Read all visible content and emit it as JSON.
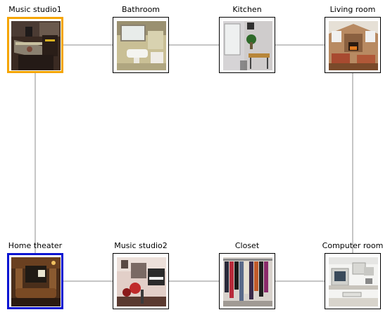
{
  "nodes": [
    {
      "id": "music_studio1",
      "label": "Music studio1",
      "highlight": "#f5a500",
      "icon": "music-studio-photo-icon"
    },
    {
      "id": "bathroom",
      "label": "Bathroom",
      "highlight": null,
      "icon": "bathroom-photo-icon"
    },
    {
      "id": "kitchen",
      "label": "Kitchen",
      "highlight": null,
      "icon": "kitchen-photo-icon"
    },
    {
      "id": "living_room",
      "label": "Living room",
      "highlight": null,
      "icon": "living-room-photo-icon"
    },
    {
      "id": "home_theater",
      "label": "Home theater",
      "highlight": "#0a14d2",
      "icon": "home-theater-photo-icon"
    },
    {
      "id": "music_studio2",
      "label": "Music studio2",
      "highlight": null,
      "icon": "music-studio-photo-icon"
    },
    {
      "id": "closet",
      "label": "Closet",
      "highlight": null,
      "icon": "closet-photo-icon"
    },
    {
      "id": "computer_room",
      "label": "Computer room",
      "highlight": null,
      "icon": "computer-room-photo-icon"
    }
  ],
  "edges": [
    [
      "music_studio1",
      "bathroom"
    ],
    [
      "bathroom",
      "kitchen"
    ],
    [
      "kitchen",
      "living_room"
    ],
    [
      "music_studio1",
      "home_theater"
    ],
    [
      "living_room",
      "computer_room"
    ],
    [
      "home_theater",
      "music_studio2"
    ],
    [
      "music_studio2",
      "closet"
    ],
    [
      "closet",
      "computer_room"
    ]
  ],
  "colors": {
    "edge": "#8c8c8c",
    "border": "#000000"
  }
}
